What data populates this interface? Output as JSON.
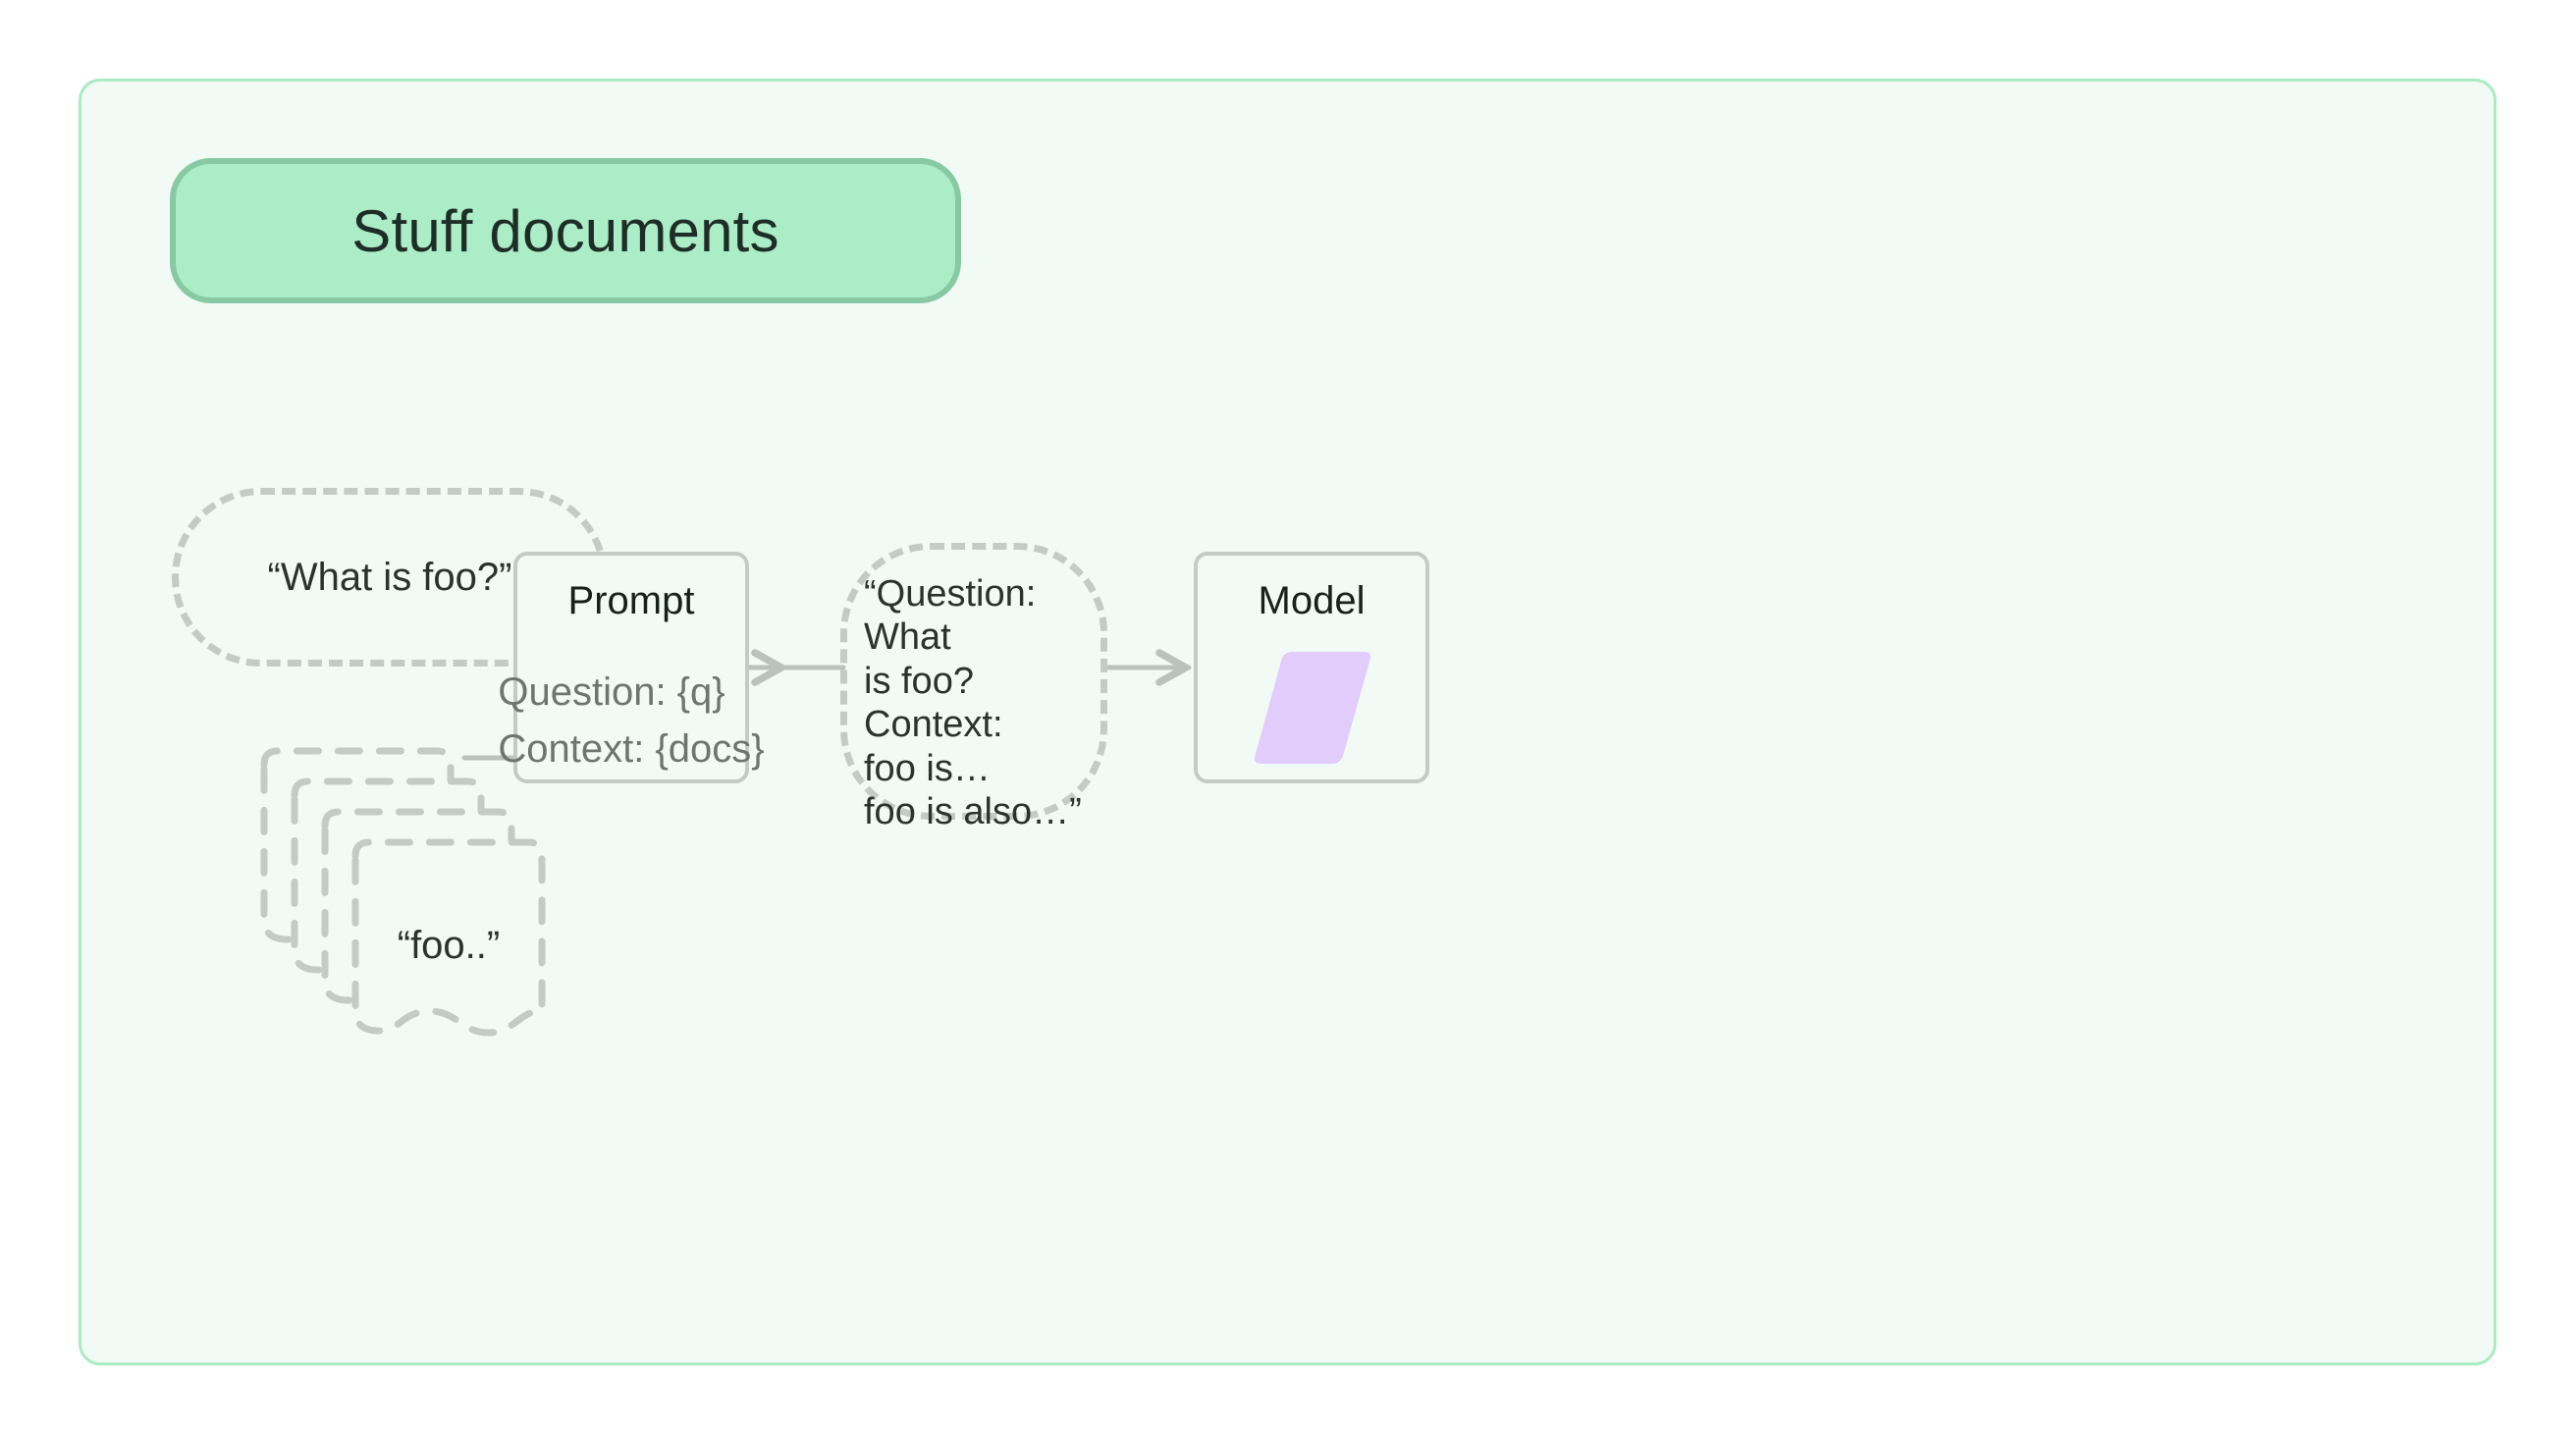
{
  "diagram": {
    "title": "Stuff documents",
    "colors": {
      "frame_bg": "#f2faf5",
      "frame_border": "#a9ebc3",
      "badge_bg": "#abedc6",
      "badge_border": "#87c9a3",
      "stroke_gray": "#c2cbc5",
      "text_dark": "#2a322e",
      "text_muted": "#6c7570",
      "model_shape": "#e2ccfb"
    },
    "nodes": {
      "question": {
        "label": "“What is foo?”",
        "shape": "dashed-rounded-pill"
      },
      "documents": {
        "label": "“foo..”",
        "shape": "dashed-document-stack",
        "count": 4
      },
      "prompt": {
        "title": "Prompt",
        "lines": [
          "Question: {q}",
          "Context: {docs}"
        ],
        "shape": "rounded-rect"
      },
      "context": {
        "lines": [
          "“Question: What",
          "is foo?",
          "Context:",
          "foo is…",
          "foo is also…”"
        ],
        "shape": "dashed-squircle"
      },
      "model": {
        "title": "Model",
        "shape": "rounded-rect",
        "inner_shape": "parallelogram"
      }
    },
    "connectors": [
      {
        "from": "question",
        "to": "prompt",
        "arrowhead": true
      },
      {
        "from": "documents",
        "to": "prompt",
        "arrowhead": true
      },
      {
        "from": "prompt",
        "to": "context",
        "arrowhead": false
      },
      {
        "from": "context",
        "to": "model",
        "arrowhead": true
      }
    ]
  }
}
